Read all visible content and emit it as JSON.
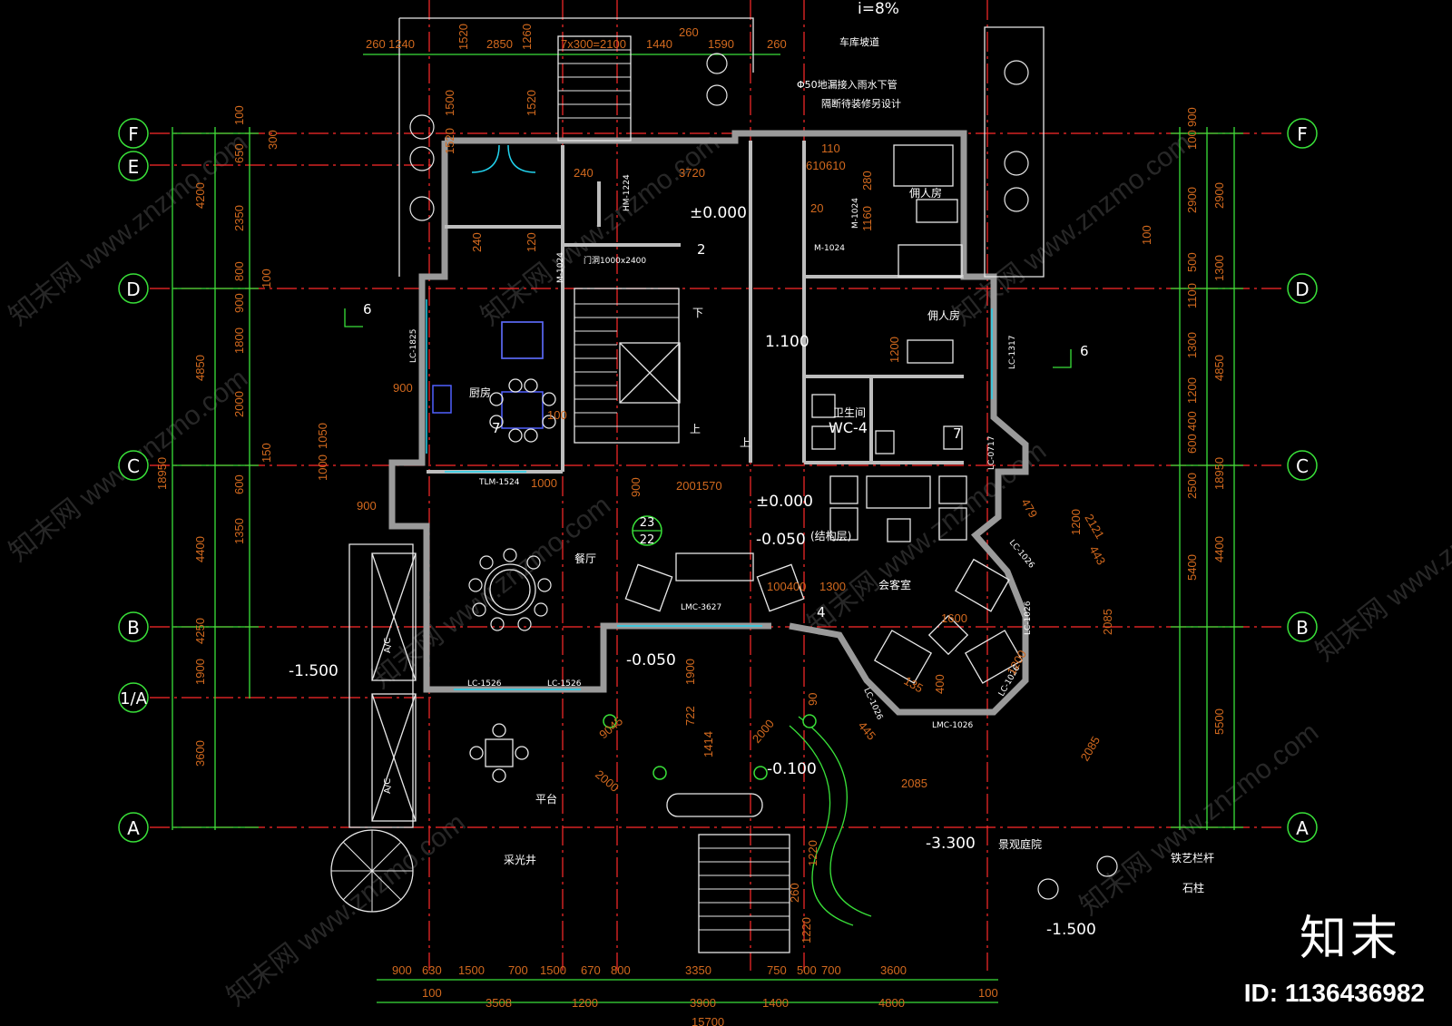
{
  "header_notes": {
    "slope": "i=8%",
    "garage_ramp": "车库坡道",
    "drain_note": "Φ50地漏接入雨水下管",
    "partition_note": "隔断待装修另设计"
  },
  "axes": {
    "rows": [
      "F",
      "E",
      "D",
      "C",
      "B",
      "1/A",
      "A"
    ],
    "right_rows": [
      "F",
      "D",
      "C",
      "B",
      "A"
    ]
  },
  "rooms": {
    "kitchen": "厨房",
    "dining": "餐厅",
    "living": "会客室",
    "bedroom1": "佣人房",
    "bedroom2": "佣人房",
    "bathroom": "卫生间",
    "bath_code": "WC-4",
    "terrace": "平台",
    "lightwell": "采光井",
    "garden": "景观庭院",
    "iron_rail": "铁艺栏杆",
    "stone_col": "石柱",
    "ac": "A/C",
    "struct_level": "(结构层)"
  },
  "levels": {
    "top": "±0.000",
    "mid": "±0.000",
    "neg050": "-0.050",
    "neg050b": "-0.050",
    "l1100": "1.100",
    "neg100": "-0.100",
    "neg1500_left": "-1.500",
    "neg3300": "-3.300",
    "neg1500_bottom": "-1.500"
  },
  "labels": {
    "door_m1224": "HM-1224",
    "door_m1024a": "M-1024",
    "door_m1024b": "M-1024",
    "door_m1024c": "M-1024",
    "door_1000": "门洞1000x2400",
    "lc1825": "LC-1825",
    "lc1317": "LC-1317",
    "lc0717": "LC-0717",
    "tlm1524": "TLM-1524",
    "lmc3627": "LMC-3627",
    "lc1526a": "LC-1526",
    "lc1526b": "LC-1526",
    "lc1026a": "LC-1026",
    "lc1026b": "LC-1026",
    "lc1026c": "LC-1026",
    "lc1026d": "LC-1026",
    "lmc1026": "LMC-1026",
    "up1": "上",
    "up2": "上",
    "down": "下",
    "sec6a": "6",
    "sec6b": "6",
    "sec7a": "7",
    "sec7b": "7",
    "sec2": "2",
    "sec4": "4",
    "det23": "23",
    "det22": "22"
  },
  "dims": {
    "top_row": [
      "260",
      "1240",
      "1520",
      "2850",
      "1260",
      "7x300=2100",
      "1440",
      "260",
      "1590",
      "260"
    ],
    "left_outer": [
      "4200",
      "4850",
      "18950",
      "4400",
      "4250",
      "1900",
      "3600"
    ],
    "left_inner": [
      "100",
      "300",
      "650",
      "2350",
      "800",
      "100",
      "900",
      "1800",
      "2000",
      "150",
      "600",
      "1350",
      "1050",
      "1000"
    ],
    "right_outer": [
      "18950",
      "5400",
      "5500"
    ],
    "right_mid": [
      "2900",
      "1300",
      "4850",
      "4400"
    ],
    "right_inner": [
      "900",
      "100",
      "2900",
      "100",
      "500",
      "1100",
      "1300",
      "1200",
      "400",
      "600",
      "2500"
    ],
    "bottom_row1": [
      "900",
      "630",
      "1500",
      "700",
      "1500",
      "670",
      "800",
      "3350",
      "750",
      "500",
      "700",
      "3600"
    ],
    "bottom_row2": [
      "100",
      "3508",
      "1200",
      "3900",
      "1400",
      "4800",
      "100"
    ],
    "bottom_total": "15700",
    "inner": [
      "240",
      "3720",
      "240",
      "120",
      "1000",
      "900",
      "900",
      "900",
      "2001570",
      "100400",
      "1300",
      "1600",
      "2085",
      "2085",
      "2085",
      "1200",
      "443",
      "445",
      "1414",
      "722",
      "1900",
      "2000",
      "2000",
      "9045",
      "135",
      "400",
      "2121",
      "479",
      "110",
      "610",
      "610",
      "280",
      "20",
      "1160",
      "1200",
      "90",
      "1500",
      "1520",
      "1520",
      "1220",
      "1220",
      "260",
      "100",
      "1200"
    ]
  },
  "watermark": {
    "logo": "知末",
    "id": "ID: 1136436982",
    "site": "知末网 www.znzmo.com"
  }
}
